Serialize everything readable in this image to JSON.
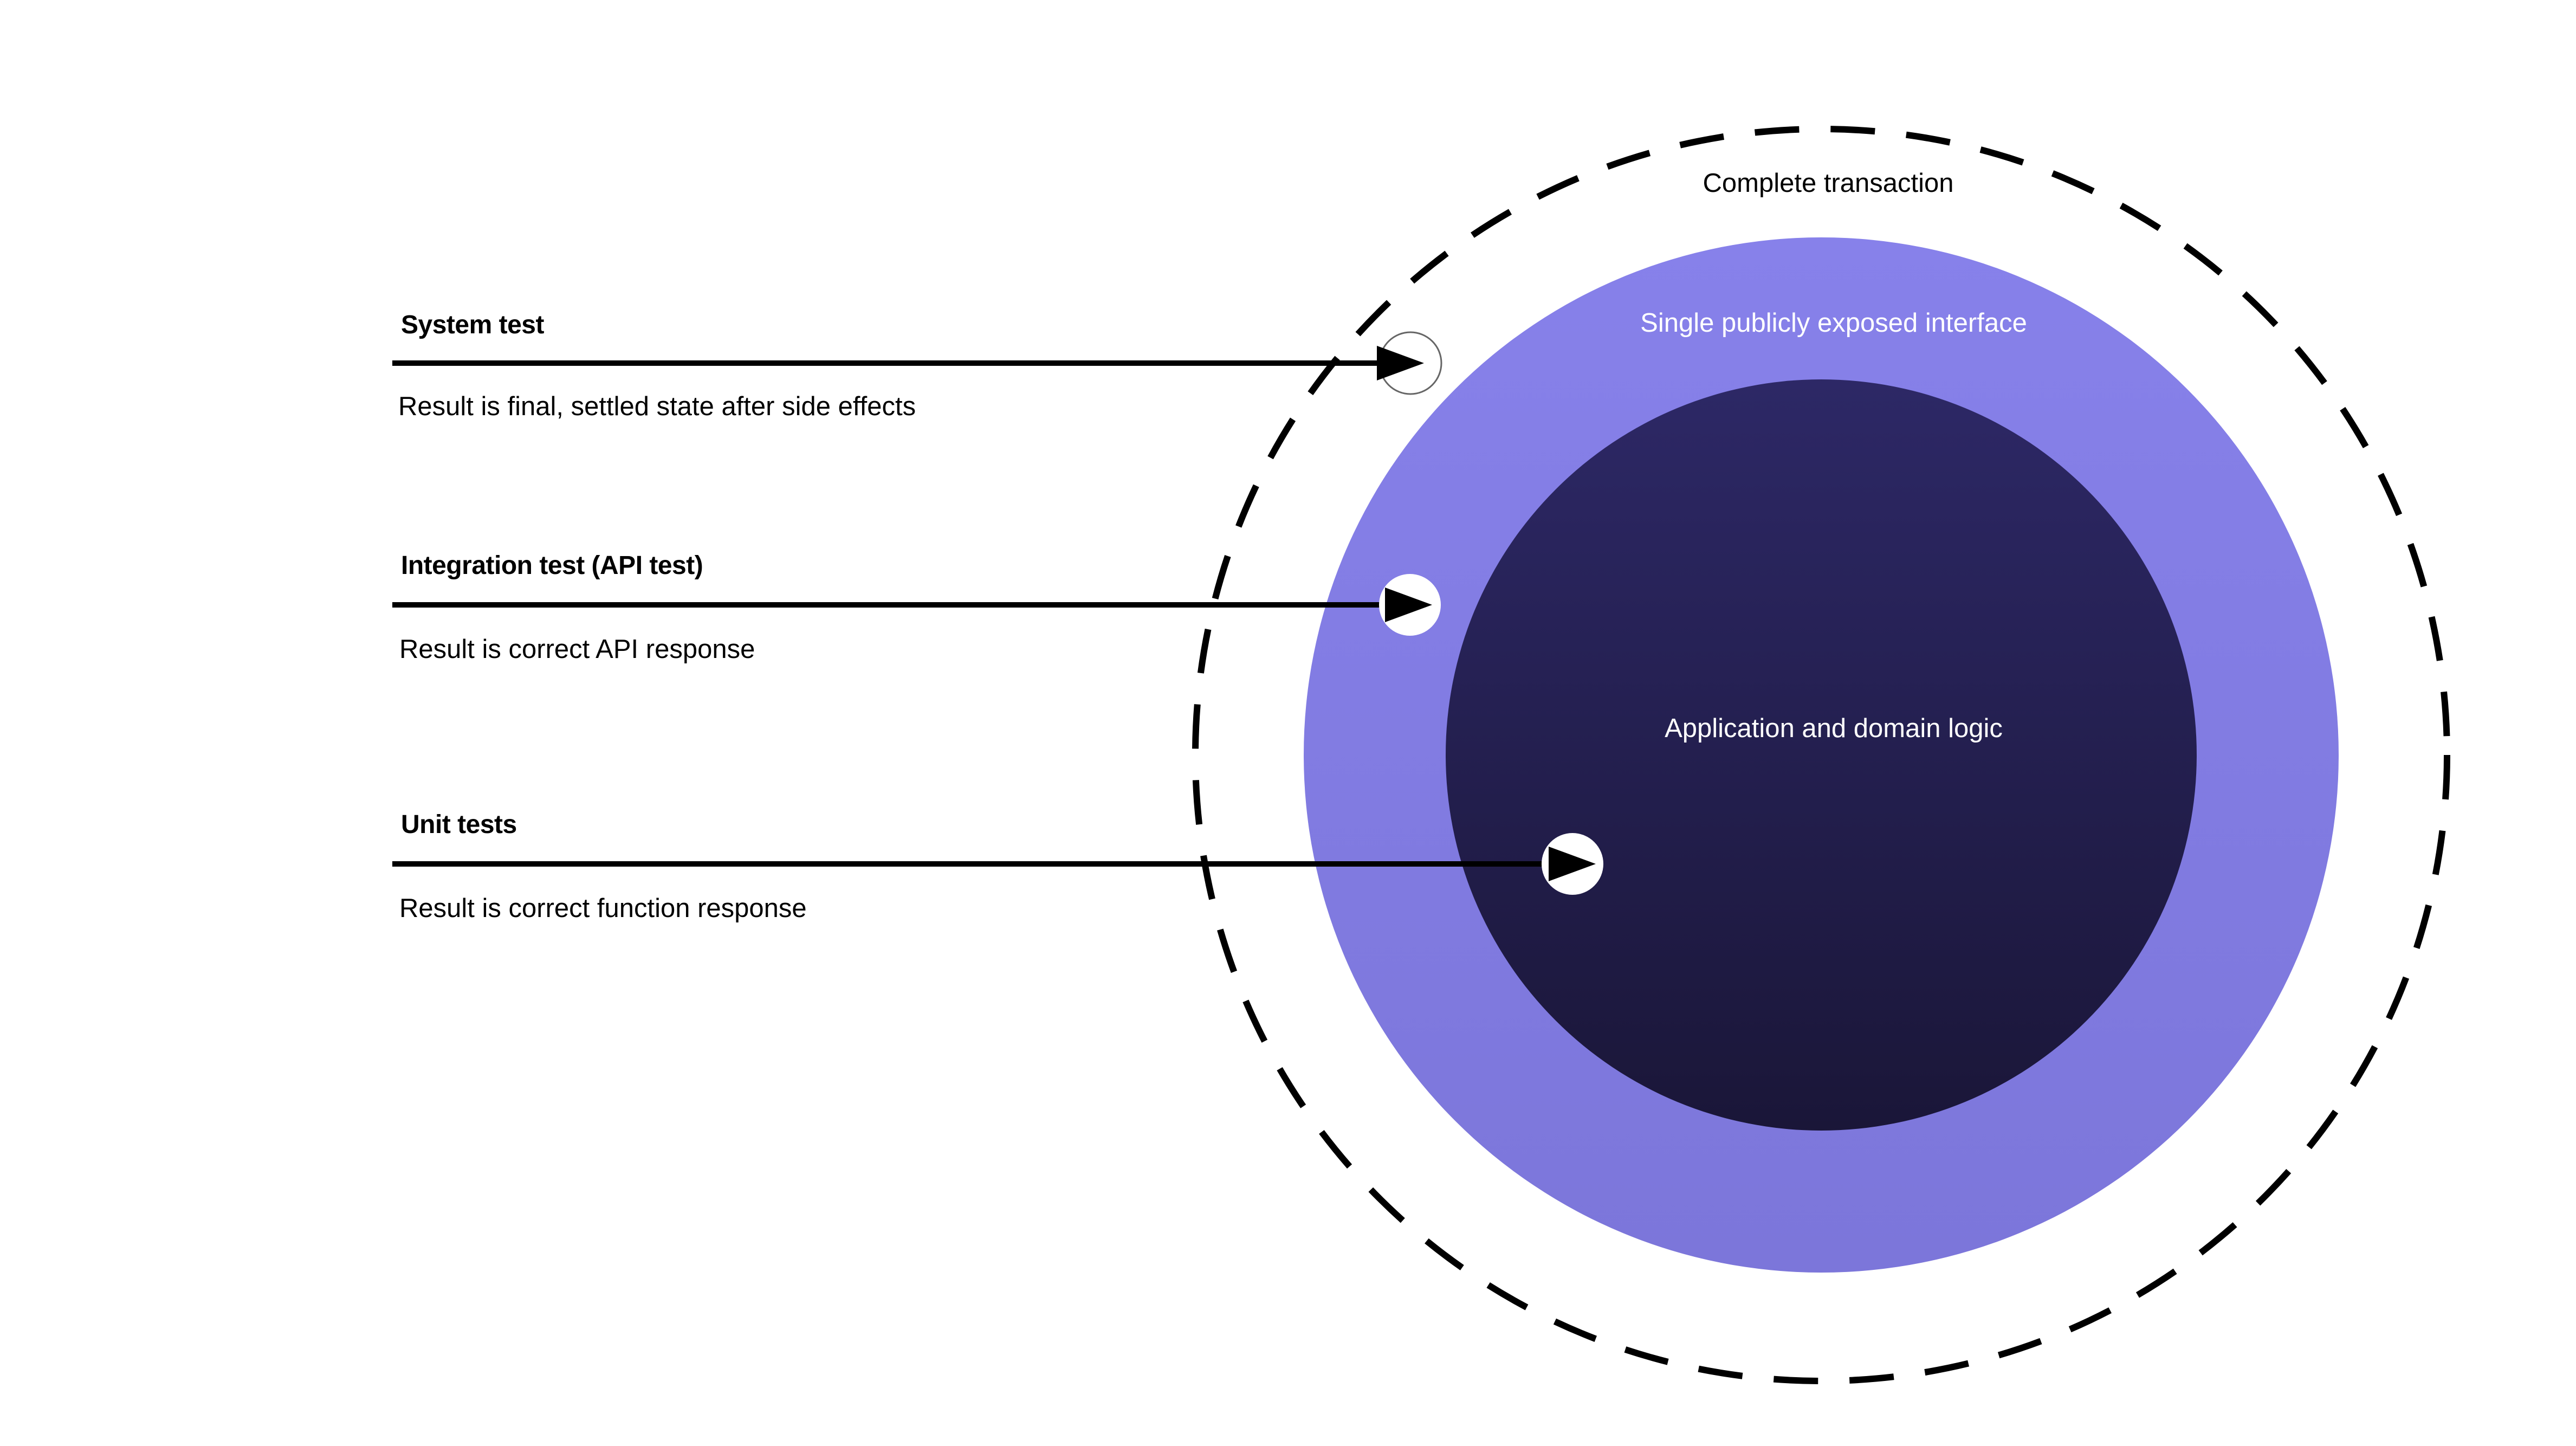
{
  "rings": {
    "outer_label": "Complete transaction",
    "middle_label": "Single publicly exposed interface",
    "inner_label": "Application and domain logic"
  },
  "tests": [
    {
      "title": "System test",
      "description": "Result is final, settled state after side effects"
    },
    {
      "title": "Integration test (API test)",
      "description": "Result is correct API response"
    },
    {
      "title": "Unit tests",
      "description": "Result is correct function response"
    }
  ],
  "colors": {
    "middle_ring": "#8680e6",
    "inner_top": "#2d2866",
    "inner_bottom": "#1a1638",
    "line": "#000000",
    "ring_text": "#ffffff"
  }
}
